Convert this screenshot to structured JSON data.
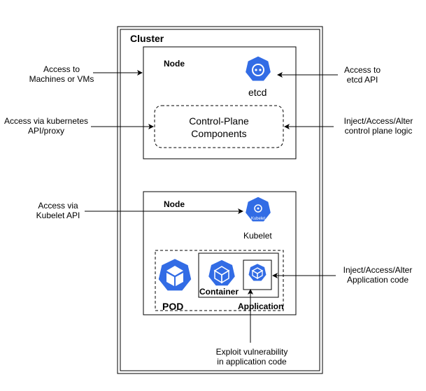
{
  "diagram": {
    "cluster_label": "Cluster",
    "node1": {
      "label": "Node",
      "etcd_label": "etcd",
      "control_plane_line1": "Control-Plane",
      "control_plane_line2": "Components"
    },
    "node2": {
      "label": "Node",
      "kubelet_label": "Kubelet",
      "container_label": "Container",
      "application_label": "Application",
      "pod_label": "POD"
    },
    "attacks": {
      "machines_line1": "Access to",
      "machines_line2": "Machines or VMs",
      "kubernetes_api_line1": "Access via kubernetes",
      "kubernetes_api_line2": "API/proxy",
      "kubelet_api_line1": "Access via",
      "kubelet_api_line2": "Kubelet API",
      "etcd_api_line1": "Access to",
      "etcd_api_line2": "etcd API",
      "control_plane_line1": "Inject/Access/Alter",
      "control_plane_line2": "control plane logic",
      "app_code_line1": "Inject/Access/Alter",
      "app_code_line2": "Application code",
      "exploit_line1": "Exploit vulnerability",
      "exploit_line2": "in application code"
    },
    "colors": {
      "k8s_blue": "#326ce5",
      "line": "#000000"
    },
    "icons": [
      "etcd-icon",
      "kubelet-icon",
      "pod-icon",
      "container-icon",
      "application-icon"
    ]
  }
}
